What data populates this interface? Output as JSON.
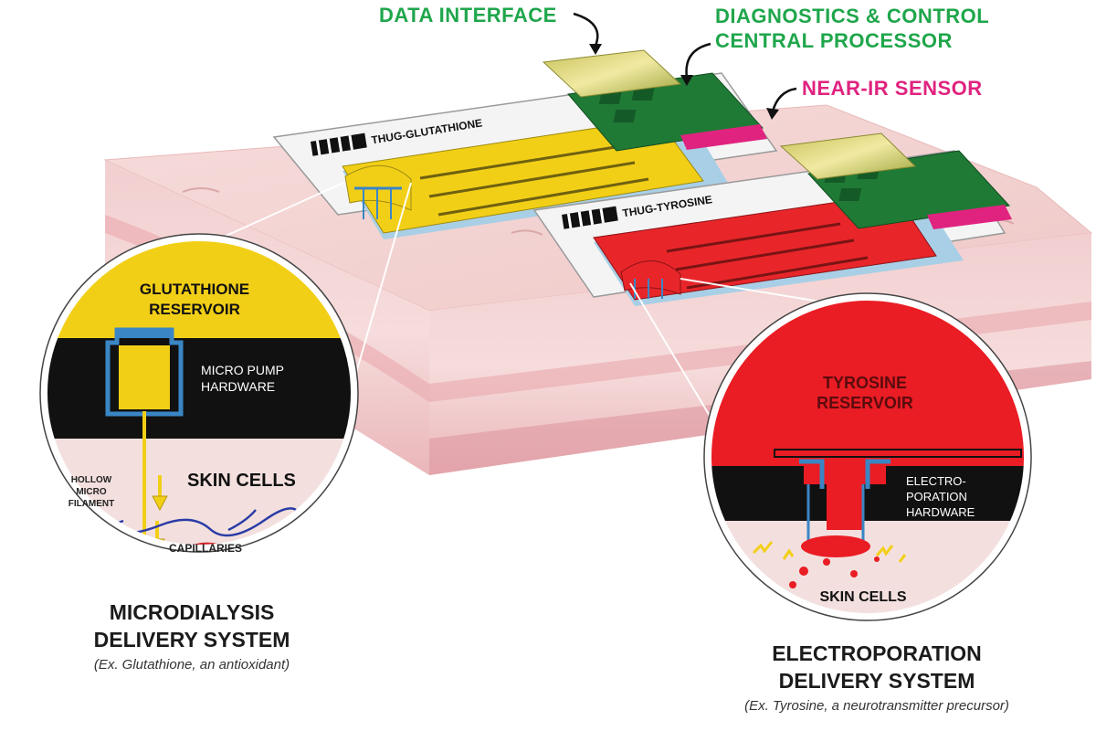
{
  "labels": {
    "data_interface": "DATA INTERFACE",
    "diagnostics_line1": "DIAGNOSTICS & CONTROL",
    "diagnostics_line2": "CENTRAL PROCESSOR",
    "near_ir": "NEAR-IR SENSOR"
  },
  "patches": {
    "left_name": "THUG-GLUTATHIONE",
    "right_name": "THUG-TYROSINE"
  },
  "left_detail": {
    "reservoir_line1": "GLUTATHIONE",
    "reservoir_line2": "RESERVOIR",
    "pump_line1": "MICRO PUMP",
    "pump_line2": "HARDWARE",
    "skin": "SKIN CELLS",
    "filament_line1": "HOLLOW",
    "filament_line2": "MICRO",
    "filament_line3": "FILAMENT",
    "capillaries": "CAPILLARIES"
  },
  "right_detail": {
    "reservoir_line1": "TYROSINE",
    "reservoir_line2": "RESERVOIR",
    "hw_line1": "ELECTRO-",
    "hw_line2": "PORATION",
    "hw_line3": "HARDWARE",
    "skin": "SKIN CELLS"
  },
  "captions": {
    "left_line1": "MICRODIALYSIS",
    "left_line2": "DELIVERY SYSTEM",
    "left_note": "(Ex. Glutathione, an antioxidant)",
    "right_line1": "ELECTROPORATION",
    "right_line2": "DELIVERY SYSTEM",
    "right_note": "(Ex. Tyrosine, a neurotransmitter precursor)"
  },
  "colors": {
    "skin": "#f3d3d2",
    "yellow_patch": "#f2cf17",
    "red_patch": "#e8262a",
    "circuit_green": "#1f7a35",
    "label_green": "#1fa64b",
    "label_pink": "#e0237f"
  }
}
